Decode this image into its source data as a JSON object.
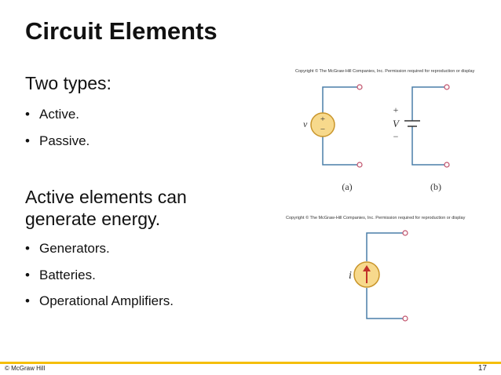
{
  "slide": {
    "title": "Circuit Elements",
    "intro": "Two types:",
    "types": [
      "Active.",
      "Passive."
    ],
    "paragraph": "Active elements can generate energy.",
    "examples": [
      "Generators.",
      "Batteries.",
      "Operational Amplifiers."
    ],
    "bullet_char": "•"
  },
  "figure_top": {
    "copyright": "Copyright © The McGraw-Hill Companies, Inc. Permission required for reproduction or display",
    "label_v": "v",
    "plus": "+",
    "minus": "−",
    "label_V": "V",
    "caption_a": "(a)",
    "caption_b": "(b)"
  },
  "figure_bottom": {
    "copyright": "Copyright © The McGraw-Hill Companies, Inc. Permission required for reproduction or display",
    "label_i": "i"
  },
  "footer": {
    "left": "© McGraw Hill",
    "page": "17",
    "accent_color": "#f5bf0a"
  },
  "colors": {
    "source_fill": "#f7d98c",
    "source_stroke": "#c9952a",
    "wire": "#4a7ea8",
    "terminal": "#c0506a"
  }
}
